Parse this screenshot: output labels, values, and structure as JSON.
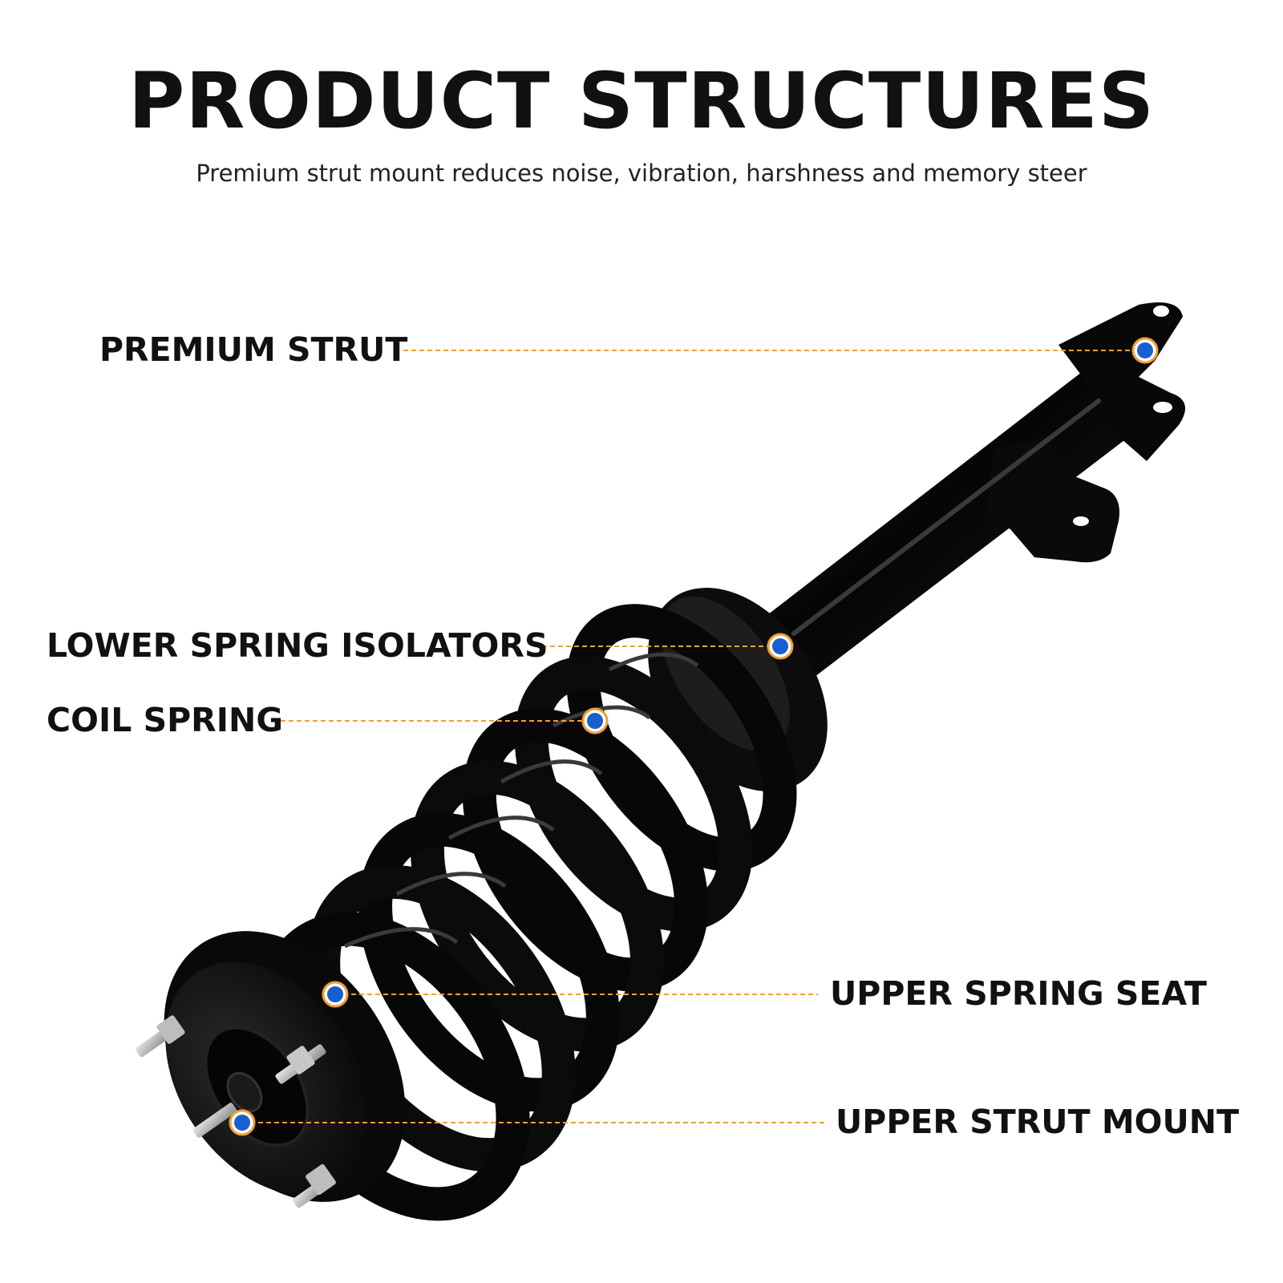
{
  "header": {
    "title": "PRODUCT STRUCTURES",
    "subtitle": "Premium strut mount reduces noise, vibration, harshness and memory steer"
  },
  "callouts": [
    {
      "label": "PREMIUM STRUT"
    },
    {
      "label": "LOWER SPRING ISOLATORS"
    },
    {
      "label": "COIL SPRING"
    },
    {
      "label": "UPPER SPRING SEAT"
    },
    {
      "label": "UPPER STRUT MOUNT"
    }
  ],
  "colors": {
    "leader_line": "#f0a030",
    "marker_fill": "#1a5fd0",
    "marker_ring": "#f0a030",
    "part_body": "#0b0b0b",
    "background": "#ffffff"
  },
  "image": {
    "subject": "strut-assembly-photo"
  }
}
